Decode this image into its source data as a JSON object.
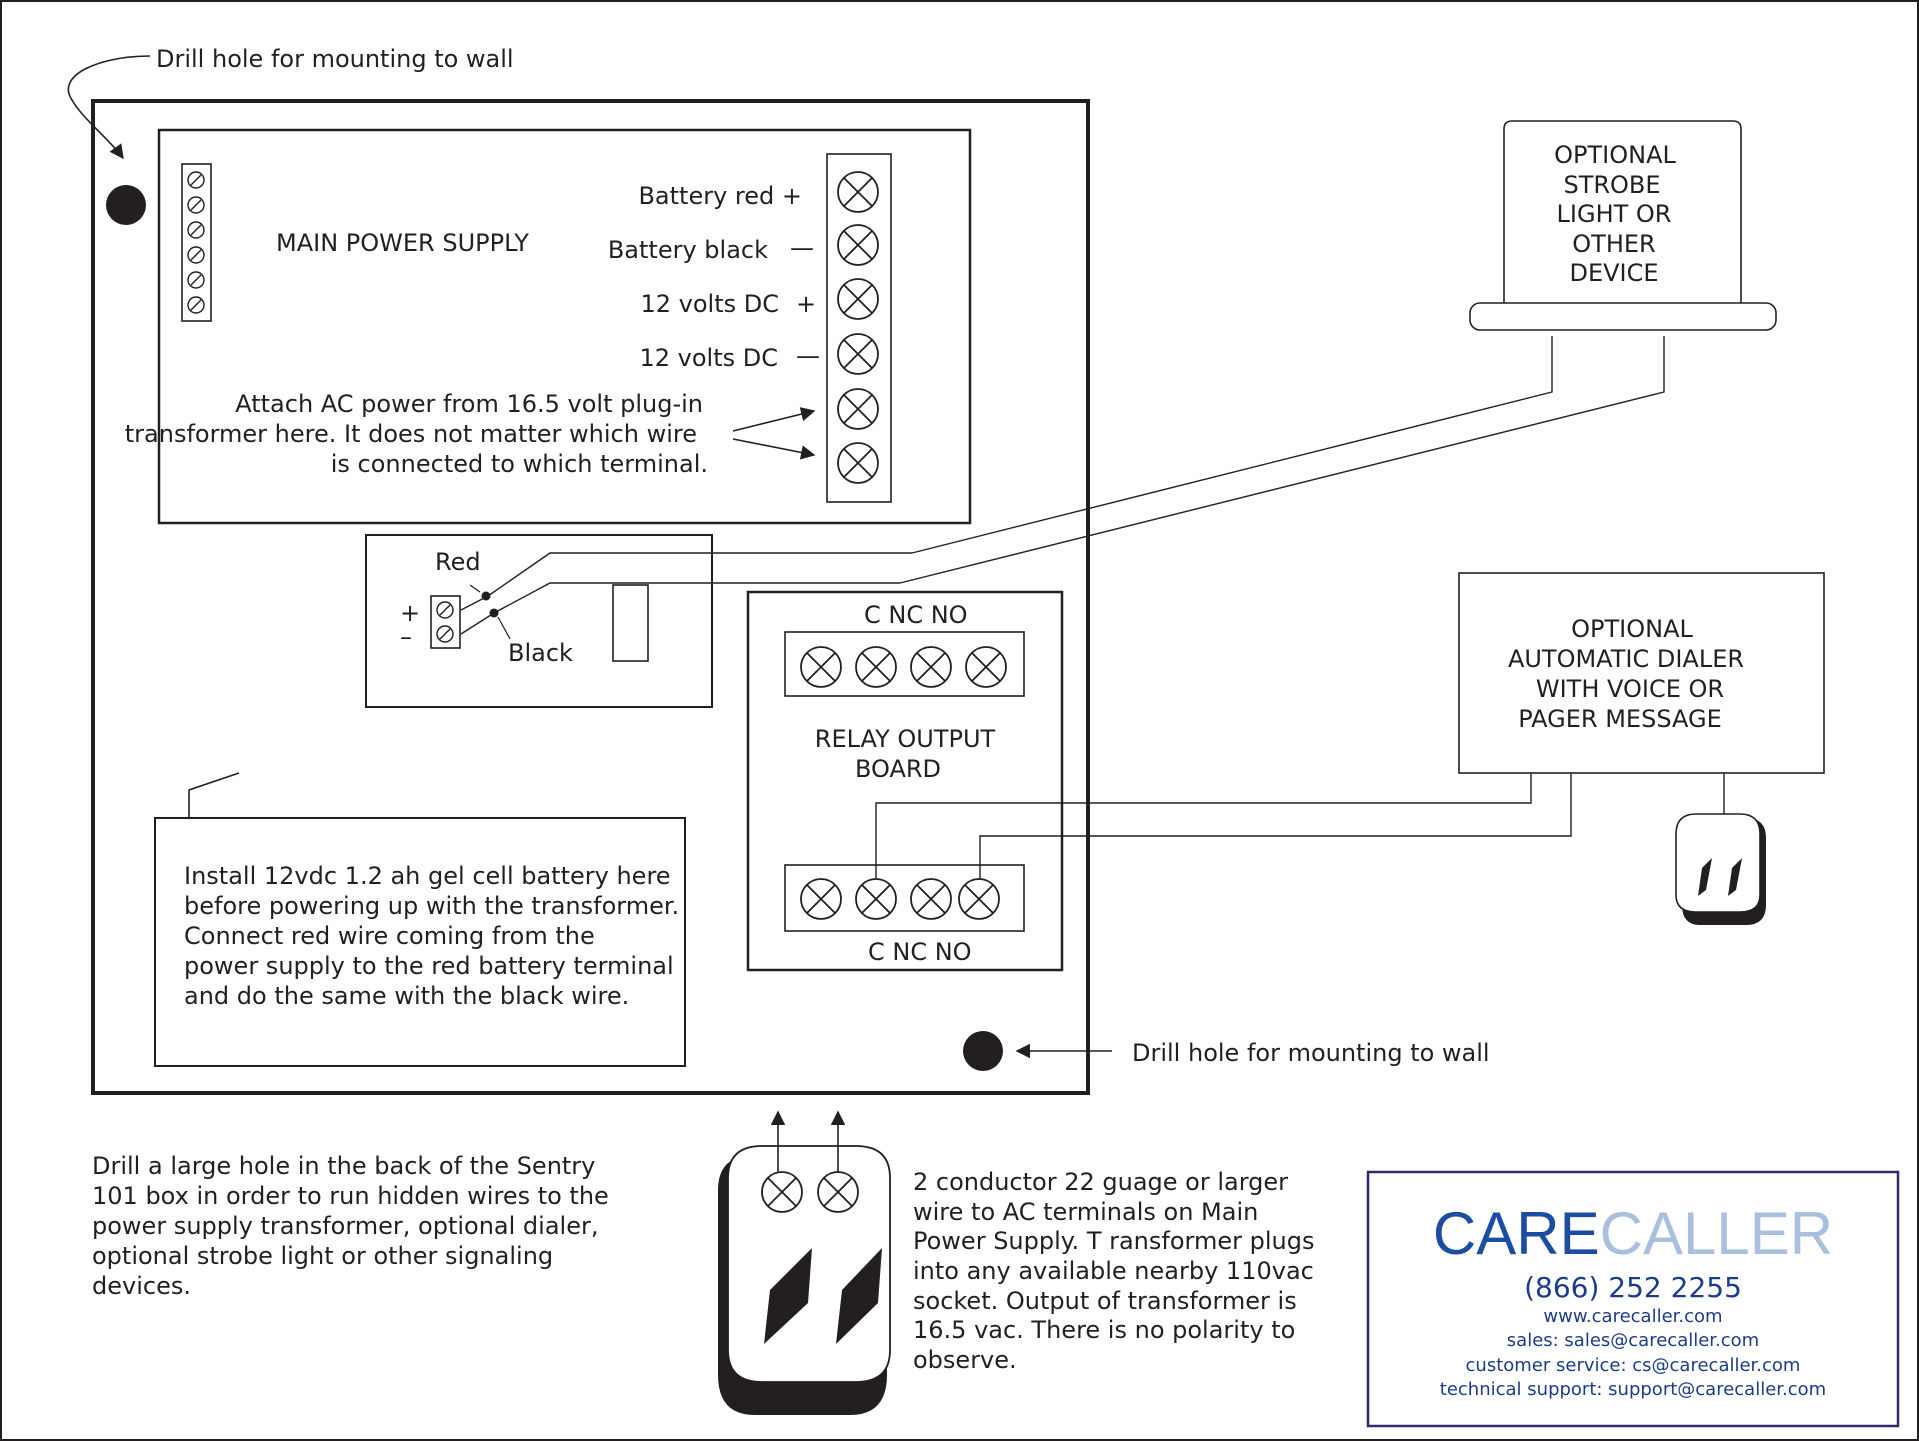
{
  "diagram": {
    "drill_top": "Drill hole for mounting to wall",
    "drill_bottom": "Drill hole for mounting to wall",
    "main_power_supply": "MAIN POWER SUPPLY",
    "terminal_labels": [
      "Battery red +",
      "Battery black",
      "12 volts DC",
      "12 volts DC"
    ],
    "plus_sign": "+",
    "minus_sign": "—",
    "ac_note": [
      "Attach AC power from 16.5 volt plug-in",
      "transformer here. It does not matter which wire",
      "is connected to which terminal."
    ],
    "battery_connector": {
      "red": "Red",
      "black": "Black",
      "plus": "+",
      "minus": "–"
    },
    "relay_board": {
      "title": [
        "RELAY OUTPUT",
        "BOARD"
      ],
      "top_terminals": "C  NC  NO",
      "bottom_terminals": "C  NC  NO"
    },
    "battery_note": [
      "Install 12vdc 1.2 ah gel cell battery here",
      "before powering up with the transformer.",
      "Connect red wire coming from the",
      "power supply to the red battery terminal",
      "and do the same with the black wire."
    ],
    "strobe": [
      "OPTIONAL",
      "STROBE",
      "LIGHT OR",
      "OTHER",
      "DEVICE"
    ],
    "dialer": [
      "OPTIONAL",
      "AUTOMATIC DIALER",
      "WITH VOICE OR",
      "PAGER MESSAGE"
    ],
    "back_hole_note": [
      "Drill a large hole in the back of the Sentry",
      "101 box in order to run hidden wires to the",
      "power supply transformer, optional dialer,",
      "optional strobe light or other signaling",
      "devices."
    ],
    "transformer_note": [
      "2 conductor 22 guage or larger",
      "wire to AC terminals on Main",
      "Power Supply.  T   ransformer plugs",
      "into any available nearby 110vac",
      "socket.  Output of transformer is",
      "16.5 vac.  There is no polarity to",
      "observe."
    ]
  },
  "brand": {
    "logo_care": "CARE",
    "logo_caller": "CALLER",
    "phone": "(866) 252 2255",
    "website": "www.carecaller.com",
    "sales": "sales: sales@carecaller.com",
    "customer_service": "customer service: cs@carecaller.com",
    "tech_support": "technical support: support@carecaller.com",
    "colors": {
      "primary": "#1b4ea2",
      "light": "#a9bfe0",
      "border": "#2e2a6e"
    }
  }
}
